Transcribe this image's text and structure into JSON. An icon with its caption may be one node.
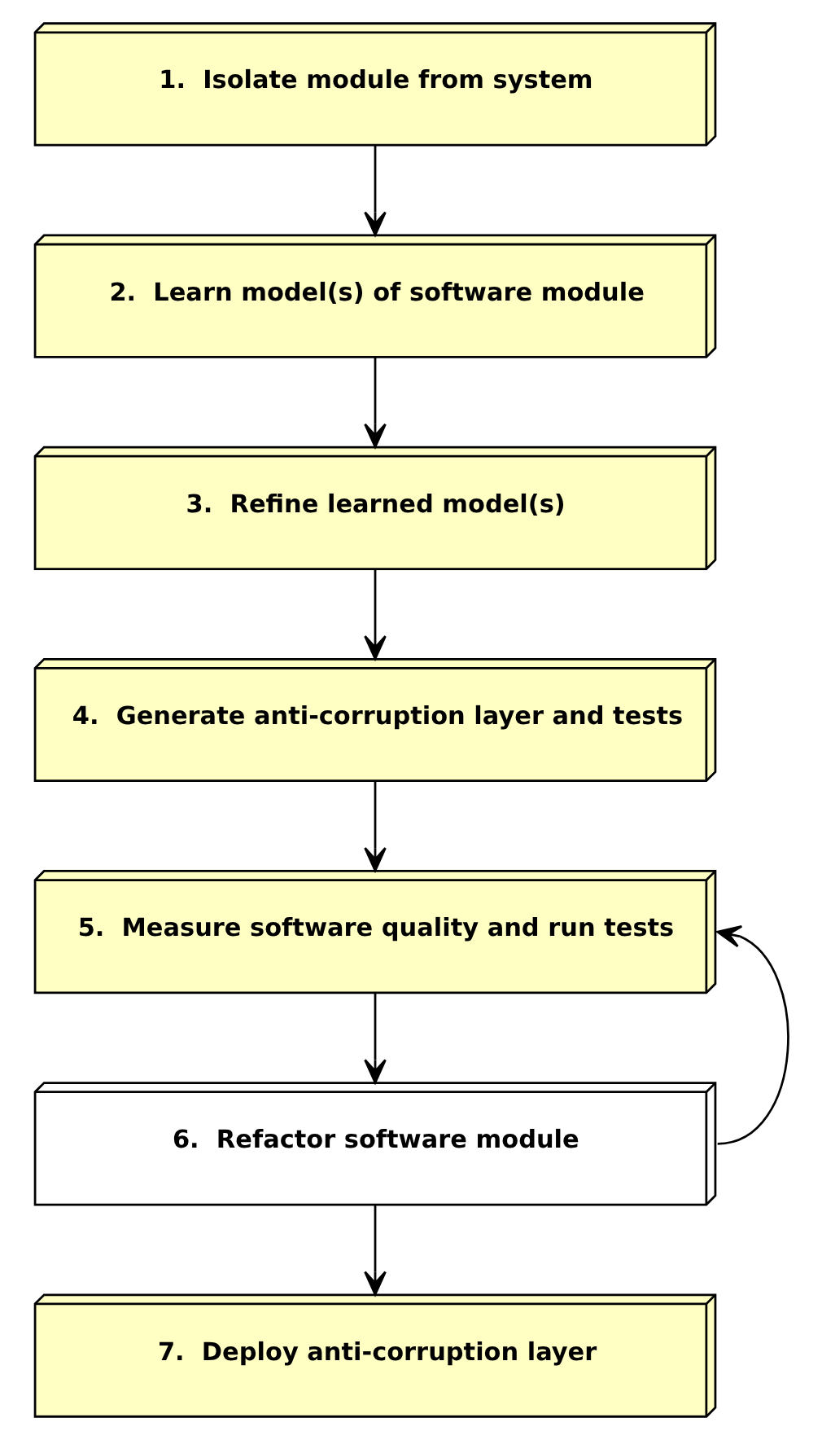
{
  "diagram": {
    "nodes": [
      {
        "text": [
          "1.  Isolate module from system"
        ]
      },
      {
        "text": [
          "2.  Learn model(s) of software module"
        ]
      },
      {
        "text": [
          "3.  Refine learned model(s)"
        ]
      },
      {
        "text": [
          "4.  Generate anti-corruption layer and tests"
        ]
      },
      {
        "text": [
          "5.  Measure software quality and run tests"
        ]
      },
      {
        "text": [
          "6.  Refactor software module"
        ]
      },
      {
        "text": [
          "7.  Deploy anti-corruption layer"
        ]
      }
    ],
    "edges": [
      {
        "from": 0,
        "to": 1,
        "arrow": "to"
      },
      {
        "from": 1,
        "to": 2,
        "arrow": "to"
      },
      {
        "from": 2,
        "to": 3,
        "arrow": "to"
      },
      {
        "from": 3,
        "to": 4,
        "arrow": "to"
      },
      {
        "from": 4,
        "to": 5,
        "arrow": "to"
      },
      {
        "from": 5,
        "to": 6,
        "arrow": "to"
      },
      {
        "from": 5,
        "to": 4,
        "arrow": "to"
      }
    ]
  }
}
